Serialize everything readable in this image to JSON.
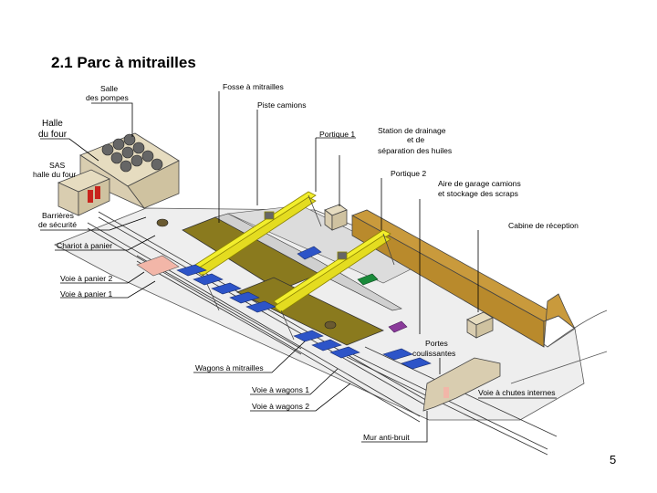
{
  "title": "2.1 Parc à mitrailles",
  "page_number": "5",
  "colors": {
    "ground": "#eeeeee",
    "pit": "#8a7a1e",
    "crane": "#f2ee2c",
    "wagon": "#2d54c8",
    "building": "#d9cdb0",
    "storage_shed": "#b98a2c",
    "basket_track": "#f2b6a8",
    "door": "#c8231c"
  },
  "labels": {
    "salle_pompes_1": "Salle",
    "salle_pompes_2": "des pompes",
    "halle_four_1": "Halle",
    "halle_four_2": "du four",
    "sas_1": "SAS",
    "sas_2": "halle du four",
    "fosse": "Fosse à mitrailles",
    "piste": "Piste camions",
    "portique1": "Portique 1",
    "station_1": "Station  de drainage",
    "station_2": "et de",
    "station_3": "séparation des huiles",
    "portique2": "Portique 2",
    "aire_1": "Aire de garage camions",
    "aire_2": "et stockage des scraps",
    "cabine": "Cabine de réception",
    "barrieres_1": "Barrières",
    "barrieres_2": "de sécurité",
    "chariot": "Chariot à panier",
    "voie_panier2": "Voie à panier 2",
    "voie_panier1": "Voie à panier 1",
    "portes_1": "Portes",
    "portes_2": "coulissantes",
    "wagons": "Wagons à mitrailles",
    "voie_wagons1": "Voie à wagons 1",
    "voie_wagons2": "Voie à wagons 2",
    "voie_chutes": "Voie à chutes internes",
    "mur": "Mur anti-bruit"
  }
}
